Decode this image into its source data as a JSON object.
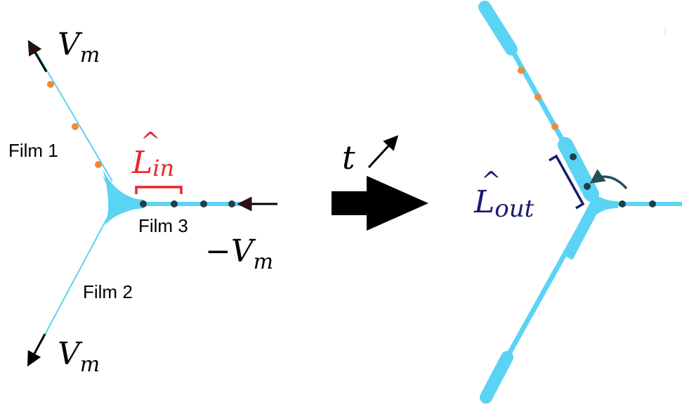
{
  "colors": {
    "film": "#5bd3f5",
    "orange_dot": "#f28a35",
    "dark_dot": "#1f4048",
    "red_label": "#e8262a",
    "navy_label": "#1a1a6e",
    "arrow_dark": "#2a1010",
    "curved_arrow": "#24505a",
    "black": "#000000"
  },
  "left_diagram": {
    "velocity_top": {
      "symbol": "V",
      "subscript": "m"
    },
    "velocity_bottom": {
      "symbol": "V",
      "subscript": "m"
    },
    "velocity_right": {
      "sign": "−",
      "symbol": "V",
      "subscript": "m"
    },
    "film1_label": "Film 1",
    "film2_label": "Film 2",
    "film3_label": "Film 3",
    "length_label": {
      "symbol": "L",
      "hat": "^",
      "subscript": "in"
    }
  },
  "transition": {
    "time_symbol": "t"
  },
  "right_diagram": {
    "length_label": {
      "symbol": "L",
      "hat": "^",
      "subscript": "out"
    }
  },
  "icons": {
    "transition_arrow": "big-right-arrow-icon",
    "time_arrow": "diagonal-up-arrow-icon",
    "curved_arrow": "curved-arrow-icon"
  }
}
